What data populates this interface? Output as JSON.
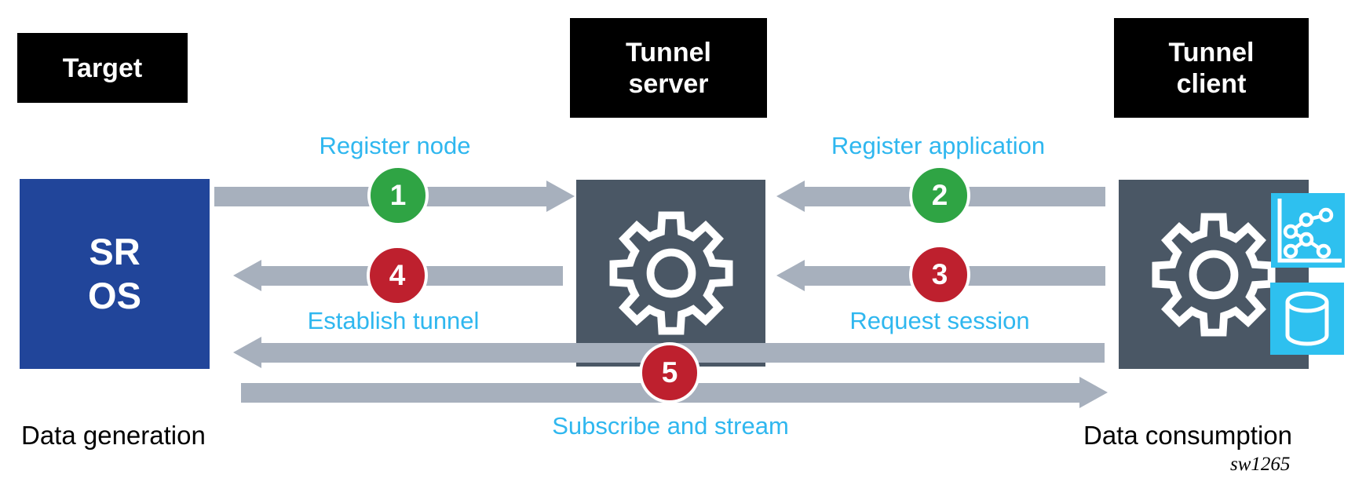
{
  "boxes": {
    "target": {
      "label": "Target"
    },
    "server": {
      "line1": "Tunnel",
      "line2": "server"
    },
    "client": {
      "line1": "Tunnel",
      "line2": "client"
    },
    "sros": {
      "line1": "SR",
      "line2": "OS"
    }
  },
  "steps": [
    {
      "num": "1",
      "label": "Register node",
      "circle_color": "#2FA444"
    },
    {
      "num": "2",
      "label": "Register application",
      "circle_color": "#2FA444"
    },
    {
      "num": "3",
      "label": "Request session",
      "circle_color": "#BE202E"
    },
    {
      "num": "4",
      "label": "Establish tunnel",
      "circle_color": "#BE202E"
    },
    {
      "num": "5",
      "label": "Subscribe and stream",
      "circle_color": "#BE202E"
    }
  ],
  "captions": {
    "data_generation": "Data generation",
    "data_consumption": "Data consumption",
    "figure_id": "sw1265"
  },
  "icons": {
    "server_icon": "gear-icon",
    "client_icon": "gear-icon",
    "chart_icon": "line-chart-icon",
    "database_icon": "database-icon"
  },
  "colors": {
    "arrow_gray": "#A7B0BD",
    "node_slate": "#4A5765",
    "sros_blue": "#21459A",
    "label_cyan": "#2FB7EF",
    "icon_cyan": "#2EC0EF",
    "step_green": "#2FA444",
    "step_red": "#BE202E",
    "title_box_black": "#000000"
  }
}
